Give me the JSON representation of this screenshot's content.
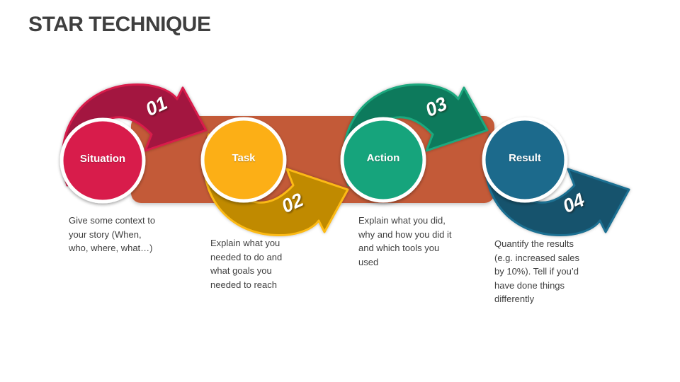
{
  "slide": {
    "title": "STAR TECHNIQUE",
    "title_color": "#3F3F3F",
    "background_color": "#FFFFFF",
    "band_color": "#C35A39",
    "text_color": "#3F3F3F"
  },
  "steps": [
    {
      "number": "01",
      "label": "Situation",
      "description": "Give some context to your story (When, who, where, what…)",
      "circle_color": "#D81F4B",
      "arrow_fill": "#A3143F",
      "arrow_outline": "#D81F4B"
    },
    {
      "number": "02",
      "label": "Task",
      "description": "Explain what you needed to do and what goals you needed to reach",
      "circle_color": "#FCAF15",
      "arrow_fill": "#C08A04",
      "arrow_outline": "#FCBA12"
    },
    {
      "number": "03",
      "label": "Action",
      "description": "Explain what you did, why and how you did it and which tools you used",
      "circle_color": "#17A47C",
      "arrow_fill": "#0C7A5B",
      "arrow_outline": "#1FA87E"
    },
    {
      "number": "04",
      "label": "Result",
      "description": "Quantify the results (e.g. increased sales by 10%). Tell if you’d have done things differently",
      "circle_color": "#1D6A8C",
      "arrow_fill": "#14536D",
      "arrow_outline": "#1E7092"
    }
  ]
}
